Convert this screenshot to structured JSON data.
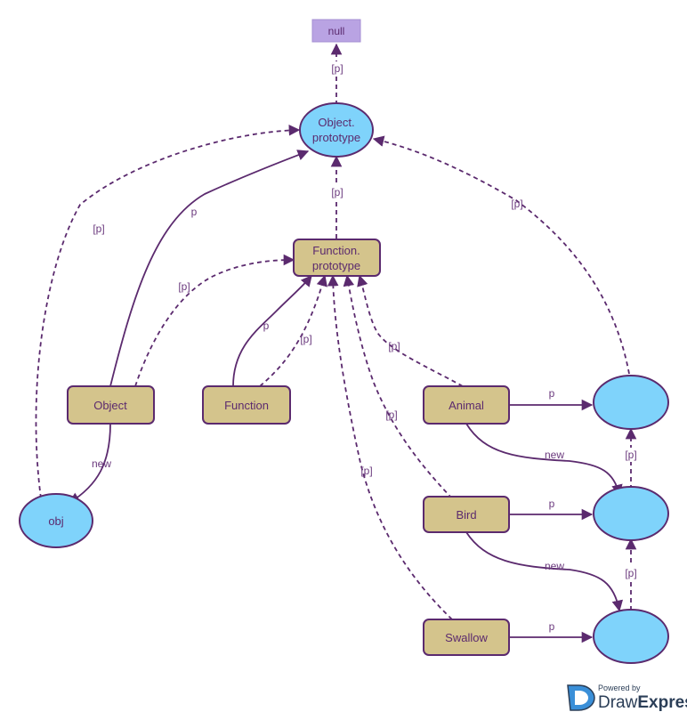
{
  "colors": {
    "edge": "#5b2a6e",
    "box_fill": "#d4c48c",
    "box_stroke": "#5b2a6e",
    "ellipse_fill": "#7fd3fb",
    "null_fill": "#b9a3e3",
    "brand": "#2b3e57",
    "brand_blue": "#3a8fd8"
  },
  "nodes": {
    "null": {
      "label": "null"
    },
    "object_prototype": {
      "line1": "Object.",
      "line2": "prototype"
    },
    "function_prototype": {
      "line1": "Function.",
      "line2": "prototype"
    },
    "object": {
      "label": "Object"
    },
    "function": {
      "label": "Function"
    },
    "animal": {
      "label": "Animal"
    },
    "bird": {
      "label": "Bird"
    },
    "swallow": {
      "label": "Swallow"
    },
    "obj": {
      "label": "obj"
    }
  },
  "edge_labels": {
    "proto": "[p]",
    "prototype": "p",
    "new": "new"
  },
  "branding": {
    "powered_by": "Powered by",
    "name_part1": "Draw",
    "name_part2": "Express"
  }
}
